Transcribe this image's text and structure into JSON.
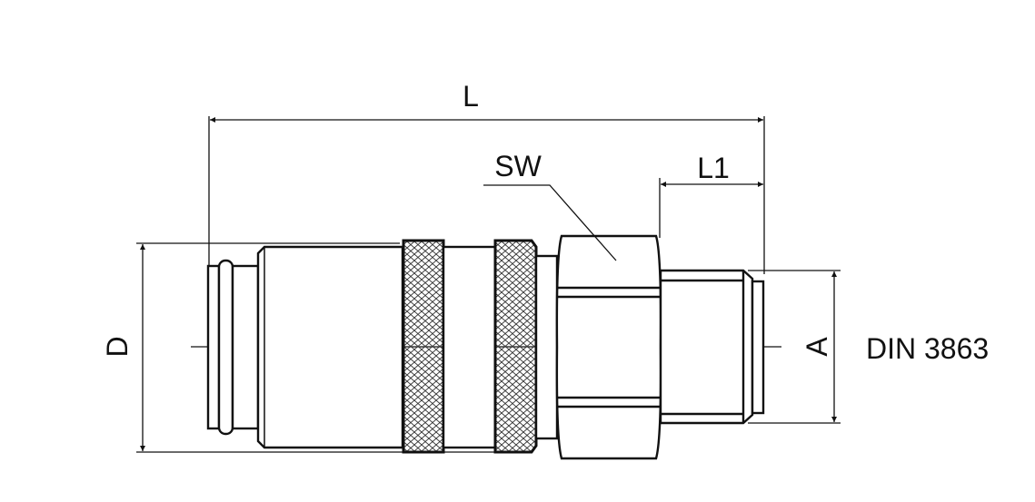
{
  "labels": {
    "length": "L",
    "wrench_size": "SW",
    "thread_length": "L1",
    "diameter": "D",
    "thread_size": "A",
    "standard": "DIN 3863"
  },
  "colors": {
    "line": "#111111",
    "background": "#ffffff"
  }
}
